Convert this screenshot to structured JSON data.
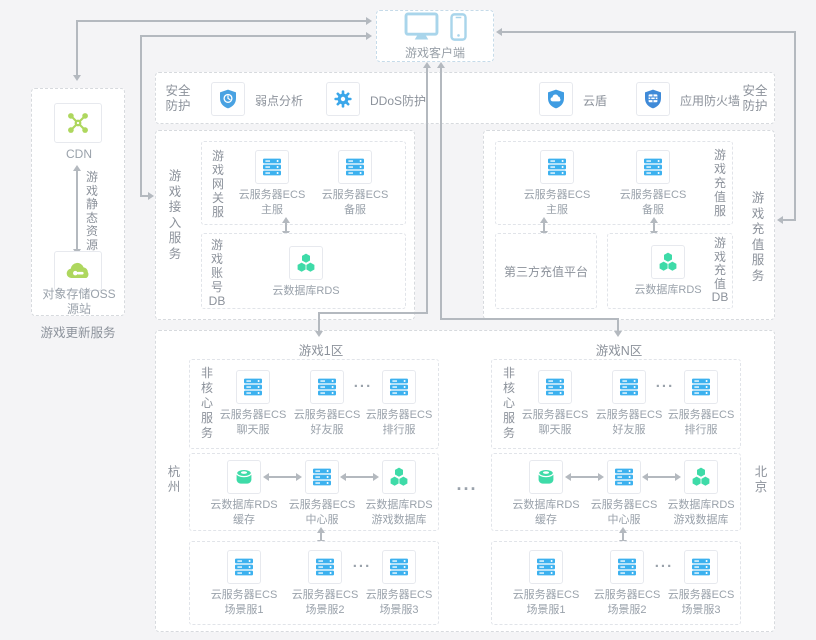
{
  "colors": {
    "background": "#f4f4f6",
    "ecs_blue": "#3cb1ef",
    "rds_green": "#3edba8",
    "cdn_lime": "#aed75e",
    "shield_blue": "#4499e0",
    "client_blue": "#a9d5eb",
    "connector_gray": "#b4b9bf"
  },
  "client": {
    "label": "游戏客户端",
    "icons": [
      "monitor-icon",
      "phone-icon"
    ]
  },
  "update_service": {
    "caption": "游戏更新服务",
    "cdn_label": "CDN",
    "cdn_icon": "cdn-icon",
    "flow_label": "游戏静态资源",
    "oss_line1": "对象存储OSS",
    "oss_line2": "源站",
    "oss_icon": "oss-cloud-icon"
  },
  "security": {
    "label_left": "安全防护",
    "label_right": "安全防护",
    "items": [
      {
        "icon": "vulnerability-shield-icon",
        "label": "弱点分析"
      },
      {
        "icon": "ddos-gear-icon",
        "label": "DDoS防护"
      },
      {
        "icon": "cloud-shield-icon",
        "label": "云盾"
      },
      {
        "icon": "firewall-shield-icon",
        "label": "应用防火墙"
      }
    ]
  },
  "access": {
    "section_label": "游戏接入服务",
    "gateway_label": "游戏网关服",
    "gateway_nodes": [
      {
        "name": "云服务器ECS",
        "role": "主服"
      },
      {
        "name": "云服务器ECS",
        "role": "备服"
      }
    ],
    "account_label": "游戏账号DB",
    "account_node_name": "云数据库RDS"
  },
  "recharge": {
    "section_label": "游戏充值服务",
    "servers_label": "游戏充值服",
    "server_nodes": [
      {
        "name": "云服务器ECS",
        "role": "主服"
      },
      {
        "name": "云服务器ECS",
        "role": "备服"
      }
    ],
    "third_party_label": "第三方充值平台",
    "db_label": "游戏充值DB",
    "db_node_name": "云数据库RDS"
  },
  "zones": [
    {
      "title": "游戏1区",
      "region": "杭州",
      "noncore_label": "非核心服务",
      "noncore_nodes": [
        {
          "name": "云服务器ECS",
          "role": "聊天服"
        },
        {
          "name": "云服务器ECS",
          "role": "好友服"
        },
        {
          "name": "云服务器ECS",
          "role": "排行服"
        }
      ],
      "core_nodes": [
        {
          "name": "云数据库RDS",
          "role": "缓存",
          "icon": "cache-icon"
        },
        {
          "name": "云服务器ECS",
          "role": "中心服",
          "icon": "ecs-icon"
        },
        {
          "name": "云数据库RDS",
          "role": "游戏数据库",
          "icon": "rds-icon"
        }
      ],
      "scene_nodes": [
        {
          "name": "云服务器ECS",
          "role": "场景服1"
        },
        {
          "name": "云服务器ECS",
          "role": "场景服2"
        },
        {
          "name": "云服务器ECS",
          "role": "场景服3"
        }
      ]
    },
    {
      "title": "游戏N区",
      "region": "北京",
      "noncore_label": "非核心服务",
      "noncore_nodes": [
        {
          "name": "云服务器ECS",
          "role": "聊天服"
        },
        {
          "name": "云服务器ECS",
          "role": "好友服"
        },
        {
          "name": "云服务器ECS",
          "role": "排行服"
        }
      ],
      "core_nodes": [
        {
          "name": "云数据库RDS",
          "role": "缓存",
          "icon": "cache-icon"
        },
        {
          "name": "云服务器ECS",
          "role": "中心服",
          "icon": "ecs-icon"
        },
        {
          "name": "云数据库RDS",
          "role": "游戏数据库",
          "icon": "rds-icon"
        }
      ],
      "scene_nodes": [
        {
          "name": "云服务器ECS",
          "role": "场景服1"
        },
        {
          "name": "云服务器ECS",
          "role": "场景服2"
        },
        {
          "name": "云服务器ECS",
          "role": "场景服3"
        }
      ]
    }
  ],
  "dots": "..."
}
